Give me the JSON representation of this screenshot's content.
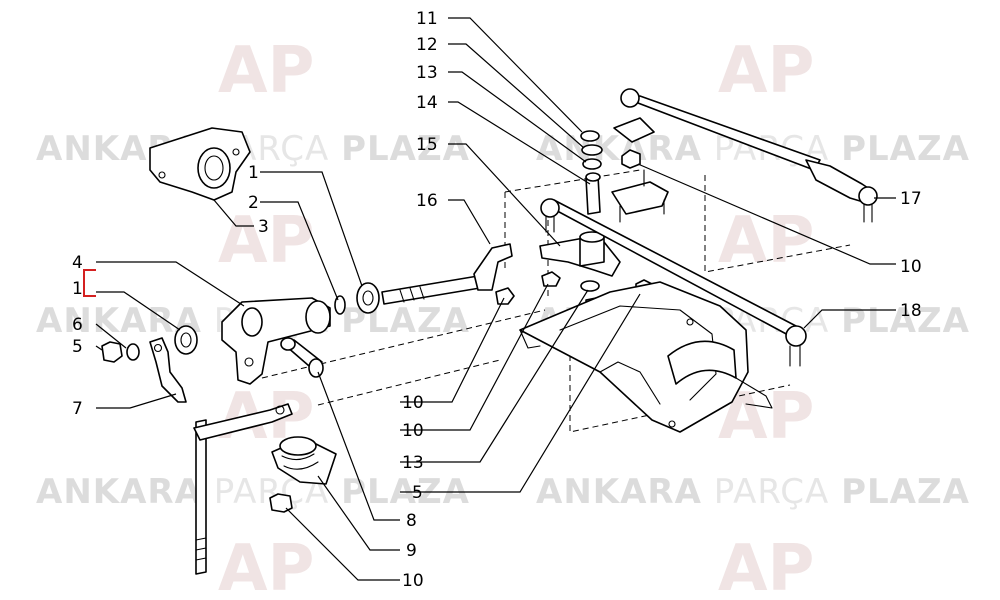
{
  "watermark": {
    "word1": "ANKARA",
    "word2": "PARÇA",
    "word3": "PLAZA",
    "logo": "AP"
  },
  "callouts": {
    "c11": "11",
    "c12": "12",
    "c13_top": "13",
    "c14": "14",
    "c15": "15",
    "c16": "16",
    "c17": "17",
    "c10_right": "10",
    "c18": "18",
    "c1_top": "1",
    "c2": "2",
    "c3": "3",
    "c4": "4",
    "c1_bracket": "1",
    "c6": "6",
    "c5_left": "5",
    "c7": "7",
    "c10_mid1": "10",
    "c10_mid2": "10",
    "c13_bottom": "13",
    "c5_bottom": "5",
    "c8": "8",
    "c9": "9",
    "c10_bottom": "10"
  },
  "colors": {
    "bracket": "#d42020",
    "line": "#000000",
    "watermark_text": "#dcdcdc",
    "watermark_logo": "#f0e4e4"
  }
}
